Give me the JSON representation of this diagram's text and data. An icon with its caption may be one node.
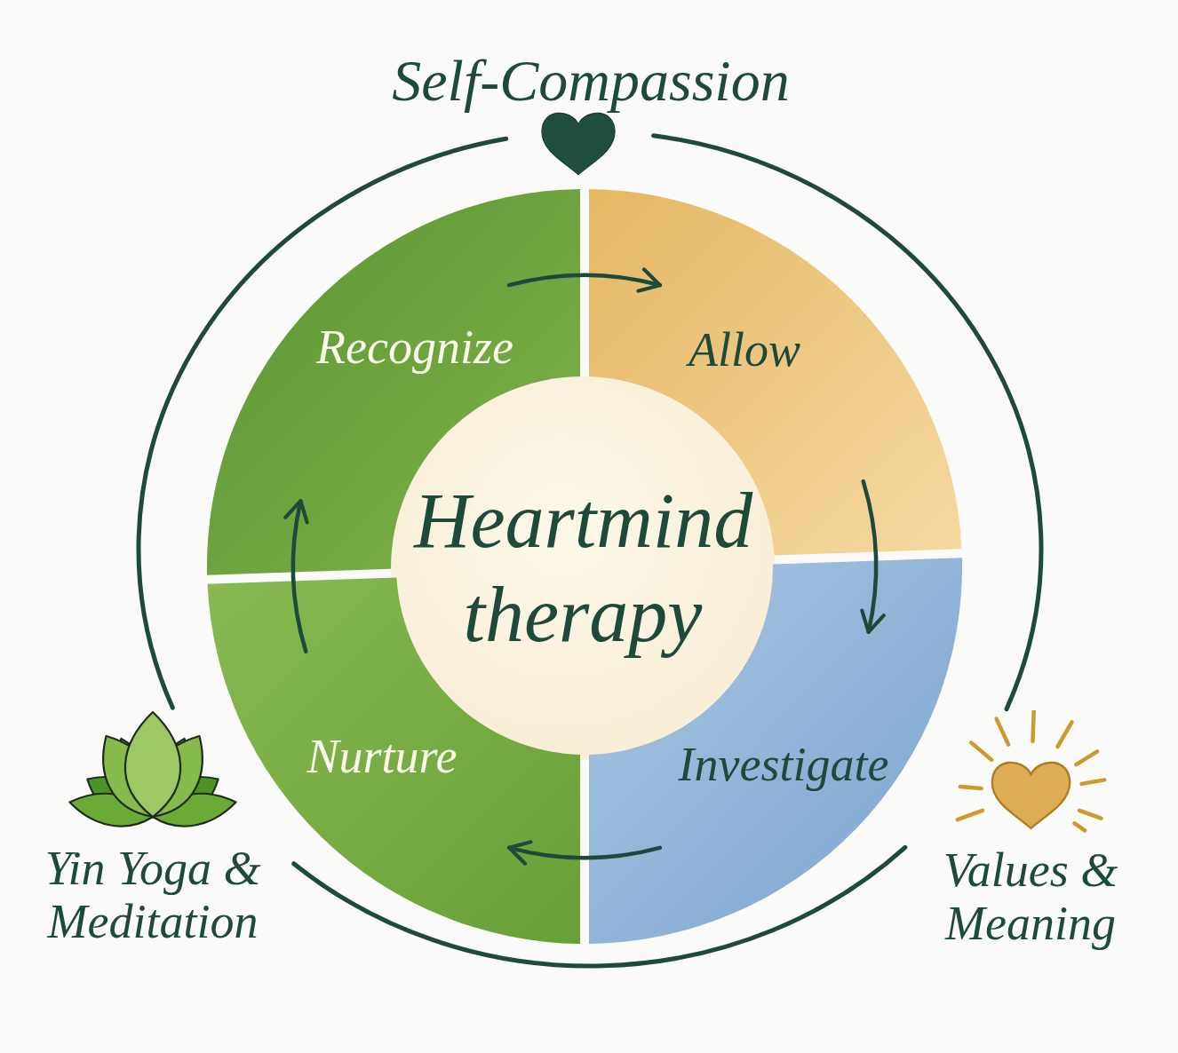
{
  "diagram": {
    "nodes": [
      {
        "text": [
          "Self-Compassion"
        ]
      },
      {
        "text": [
          "Recognize"
        ]
      },
      {
        "text": [
          "Allow"
        ]
      },
      {
        "text": [
          "Heartmind therapy"
        ]
      },
      {
        "text": [
          "Investigate"
        ]
      },
      {
        "text": [
          "Nurture"
        ]
      },
      {
        "text": [
          "Yin Yoga & Meditation"
        ]
      },
      {
        "text": [
          "Values & Meaning"
        ]
      }
    ],
    "edges": [
      {
        "from": 1,
        "to": 2,
        "arrow": "to"
      },
      {
        "from": 2,
        "to": 4,
        "arrow": "to"
      },
      {
        "from": 4,
        "to": 5,
        "arrow": "to"
      },
      {
        "from": 5,
        "to": 1,
        "arrow": "to"
      },
      {
        "from": 0,
        "to": 6,
        "arrow": "none"
      },
      {
        "from": 6,
        "to": 7,
        "arrow": "none"
      },
      {
        "from": 7,
        "to": 0,
        "arrow": "none"
      }
    ]
  }
}
